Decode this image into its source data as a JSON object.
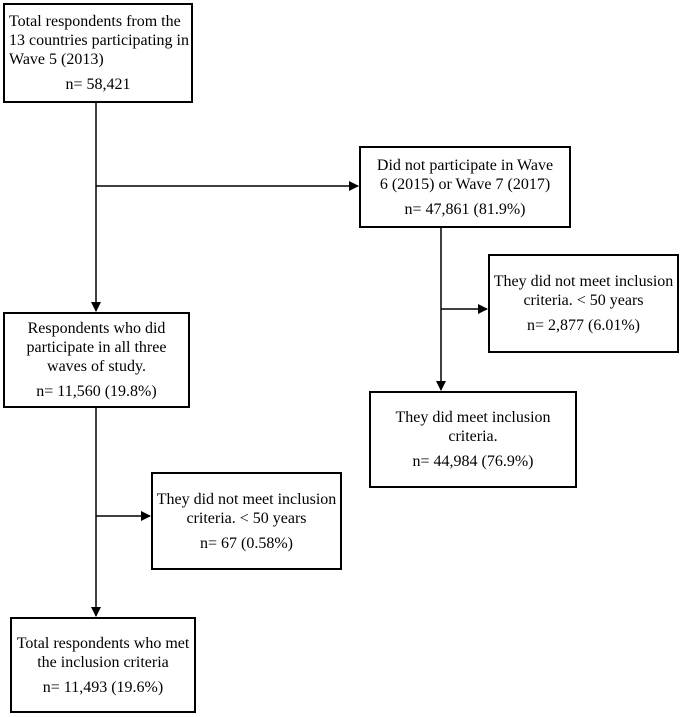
{
  "boxes": {
    "total": {
      "lines": [
        "Total respondents from the",
        "13 countries participating in",
        "Wave 5 (2013)"
      ],
      "count": "n= 58,421"
    },
    "not_participate": {
      "lines": [
        "Did not participate in Wave",
        "6 (2015) or Wave 7 (2017)"
      ],
      "count": "n= 47,861 (81.9%)"
    },
    "participate_all": {
      "lines": [
        "Respondents who did",
        "participate in all three",
        "waves of study."
      ],
      "count": "n= 11,560 (19.8%)"
    },
    "excluded_right": {
      "lines": [
        "They did not meet inclusion",
        "criteria. < 50 years"
      ],
      "count": "n= 2,877 (6.01%)"
    },
    "included_right": {
      "lines": [
        "They did meet inclusion",
        "criteria."
      ],
      "count": "n= 44,984 (76.9%)"
    },
    "excluded_left": {
      "lines": [
        "They did not meet inclusion",
        "criteria. < 50 years"
      ],
      "count": "n= 67 (0.58%)"
    },
    "final": {
      "lines": [
        "Total respondents who met",
        "the inclusion criteria"
      ],
      "count": "n= 11,493 (19.6%)"
    }
  }
}
